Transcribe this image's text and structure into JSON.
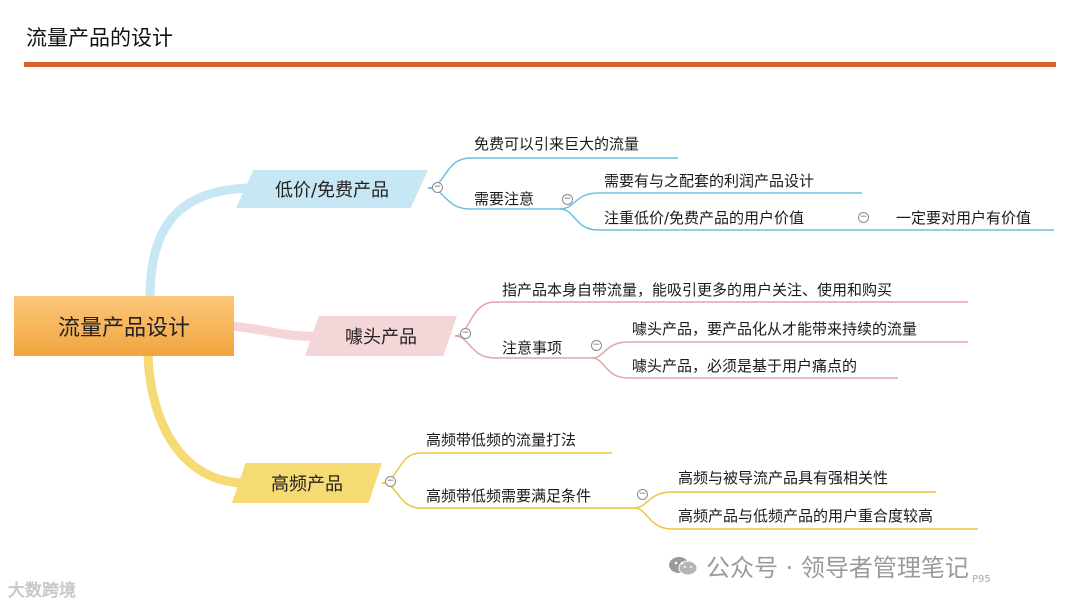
{
  "title": "流量产品的设计",
  "colors": {
    "accent": "#d9622b",
    "branch1": "#c6e7f3",
    "branch2": "#f4d5d8",
    "branch3": "#f6da74",
    "root": "#f7b556"
  },
  "root": {
    "label": "流量产品设计"
  },
  "branches": [
    {
      "label": "低价/免费产品",
      "items": [
        "免费可以引来巨大的流量",
        {
          "label": "需要注意",
          "children": [
            "需要有与之配套的利润产品设计",
            {
              "label": "注重低价/免费产品的用户价值",
              "children": [
                "一定要对用户有价值"
              ]
            }
          ]
        }
      ]
    },
    {
      "label": "噱头产品",
      "items": [
        "指产品本身自带流量，能吸引更多的用户关注、使用和购买",
        {
          "label": "注意事项",
          "children": [
            "噱头产品，要产品化从才能带来持续的流量",
            "噱头产品，必须是基于用户痛点的"
          ]
        }
      ]
    },
    {
      "label": "高频产品",
      "items": [
        "高频带低频的流量打法",
        {
          "label": "高频带低频需要满足条件",
          "children": [
            "高频与被导流产品具有强相关性",
            "高频产品与低频产品的用户重合度较高"
          ]
        }
      ]
    }
  ],
  "toggle_symbol": "−",
  "watermark": {
    "left": "大数跨境",
    "center": "公众号 · 领导者管理笔记"
  },
  "page_number": "P95"
}
